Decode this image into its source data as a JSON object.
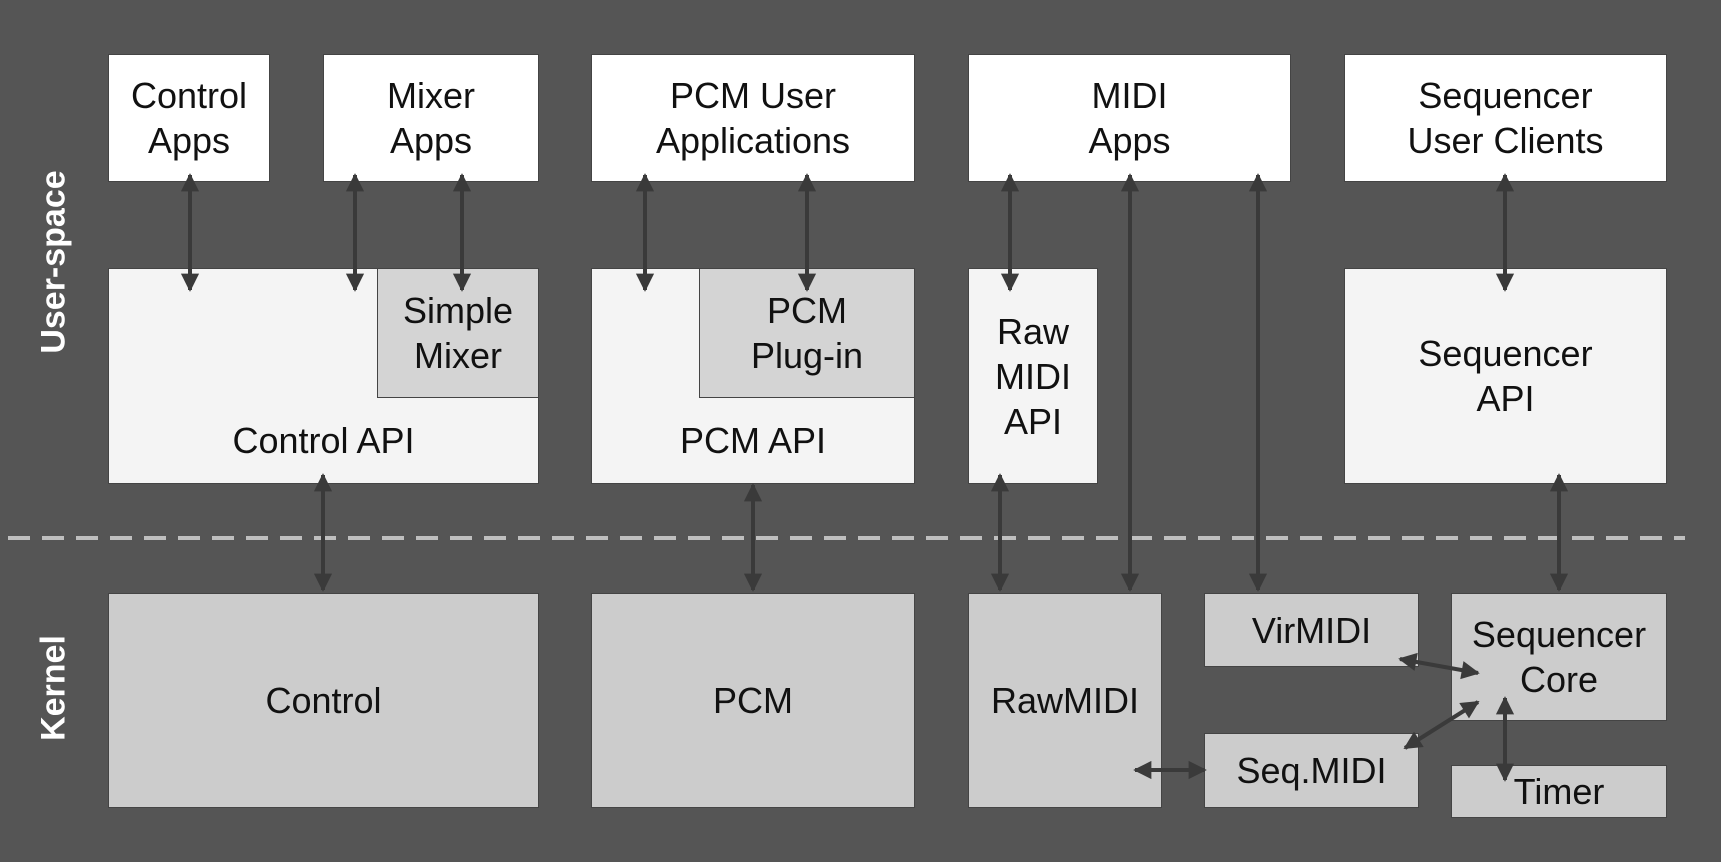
{
  "labels": {
    "user_space": "User-space",
    "kernel": "Kernel"
  },
  "apps": {
    "control_apps": "Control\nApps",
    "mixer_apps": "Mixer\nApps",
    "pcm_user_apps": "PCM User\nApplications",
    "midi_apps": "MIDI\nApps",
    "sequencer_user_clients": "Sequencer\nUser Clients"
  },
  "apis": {
    "control_api": "Control API",
    "simple_mixer": "Simple\nMixer",
    "pcm_api": "PCM API",
    "pcm_plugin": "PCM\nPlug-in",
    "raw_midi_api": "Raw\nMIDI\nAPI",
    "sequencer_api": "Sequencer\nAPI"
  },
  "kernel": {
    "control": "Control",
    "pcm": "PCM",
    "rawmidi": "RawMIDI",
    "virmidi": "VirMIDI",
    "seq_midi": "Seq.MIDI",
    "sequencer_core": "Sequencer\nCore",
    "timer": "Timer"
  },
  "colors": {
    "background": "#555555",
    "app_box": "#ffffff",
    "api_box": "#f4f4f4",
    "sub_box": "#d4d4d4",
    "kernel_box": "#cccccc",
    "arrow": "#3a3a3a",
    "separator": "#bfbfbf"
  }
}
